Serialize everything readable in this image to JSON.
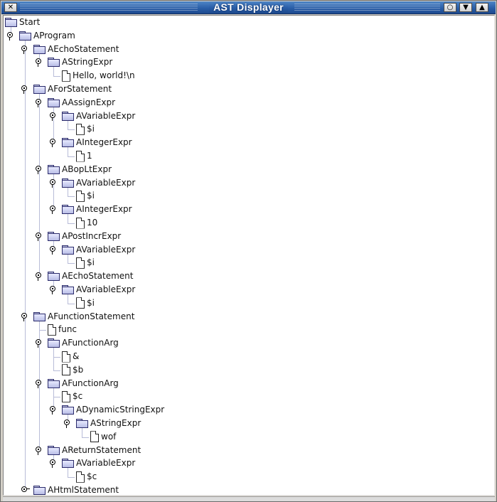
{
  "window": {
    "title": "AST Displayer",
    "close_glyph": "✕",
    "button_glyphs": [
      "○",
      "▼",
      "▲"
    ]
  },
  "icons": {
    "folder": "folder-icon",
    "file": "file-icon",
    "toggle": "tree-toggle-icon"
  },
  "tree": {
    "label": "Start",
    "kind": "folder",
    "children": [
      {
        "label": "AProgram",
        "kind": "folder",
        "expanded": true,
        "children": [
          {
            "label": "AEchoStatement",
            "kind": "folder",
            "expanded": true,
            "children": [
              {
                "label": "AStringExpr",
                "kind": "folder",
                "expanded": true,
                "children": [
                  {
                    "label": "Hello, world!\\n",
                    "kind": "file"
                  }
                ]
              }
            ]
          },
          {
            "label": "AForStatement",
            "kind": "folder",
            "expanded": true,
            "children": [
              {
                "label": "AAssignExpr",
                "kind": "folder",
                "expanded": true,
                "children": [
                  {
                    "label": "AVariableExpr",
                    "kind": "folder",
                    "expanded": true,
                    "children": [
                      {
                        "label": "$i",
                        "kind": "file"
                      }
                    ]
                  },
                  {
                    "label": "AIntegerExpr",
                    "kind": "folder",
                    "expanded": true,
                    "children": [
                      {
                        "label": "1",
                        "kind": "file"
                      }
                    ]
                  }
                ]
              },
              {
                "label": "ABopLtExpr",
                "kind": "folder",
                "expanded": true,
                "children": [
                  {
                    "label": "AVariableExpr",
                    "kind": "folder",
                    "expanded": true,
                    "children": [
                      {
                        "label": "$i",
                        "kind": "file"
                      }
                    ]
                  },
                  {
                    "label": "AIntegerExpr",
                    "kind": "folder",
                    "expanded": true,
                    "children": [
                      {
                        "label": "10",
                        "kind": "file"
                      }
                    ]
                  }
                ]
              },
              {
                "label": "APostIncrExpr",
                "kind": "folder",
                "expanded": true,
                "children": [
                  {
                    "label": "AVariableExpr",
                    "kind": "folder",
                    "expanded": true,
                    "children": [
                      {
                        "label": "$i",
                        "kind": "file"
                      }
                    ]
                  }
                ]
              },
              {
                "label": "AEchoStatement",
                "kind": "folder",
                "expanded": true,
                "children": [
                  {
                    "label": "AVariableExpr",
                    "kind": "folder",
                    "expanded": true,
                    "children": [
                      {
                        "label": "$i",
                        "kind": "file"
                      }
                    ]
                  }
                ]
              }
            ]
          },
          {
            "label": "AFunctionStatement",
            "kind": "folder",
            "expanded": true,
            "children": [
              {
                "label": "func",
                "kind": "file"
              },
              {
                "label": "AFunctionArg",
                "kind": "folder",
                "expanded": true,
                "children": [
                  {
                    "label": "&",
                    "kind": "file"
                  },
                  {
                    "label": "$b",
                    "kind": "file"
                  }
                ]
              },
              {
                "label": "AFunctionArg",
                "kind": "folder",
                "expanded": true,
                "children": [
                  {
                    "label": "$c",
                    "kind": "file"
                  },
                  {
                    "label": "ADynamicStringExpr",
                    "kind": "folder",
                    "expanded": true,
                    "children": [
                      {
                        "label": "AStringExpr",
                        "kind": "folder",
                        "expanded": true,
                        "children": [
                          {
                            "label": "wof",
                            "kind": "file"
                          }
                        ]
                      }
                    ]
                  }
                ]
              },
              {
                "label": "AReturnStatement",
                "kind": "folder",
                "expanded": true,
                "children": [
                  {
                    "label": "AVariableExpr",
                    "kind": "folder",
                    "expanded": true,
                    "children": [
                      {
                        "label": "$c",
                        "kind": "file"
                      }
                    ]
                  }
                ]
              }
            ]
          },
          {
            "label": "AHtmlStatement",
            "kind": "folder",
            "expanded": false,
            "children": []
          }
        ]
      }
    ]
  }
}
